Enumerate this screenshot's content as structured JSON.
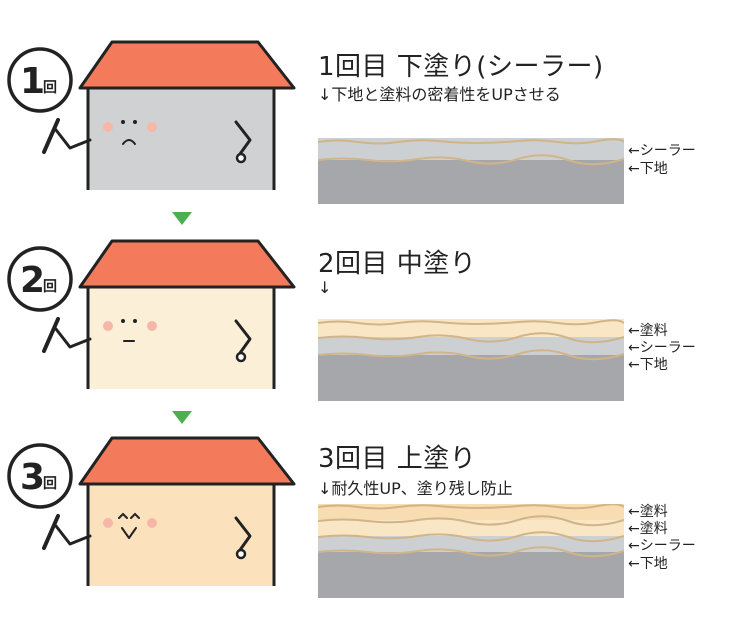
{
  "colors": {
    "roof": "#f47a5c",
    "outline": "#222222",
    "wall_step1": "#cfd1d3",
    "wall_step2": "#fcefd8",
    "wall_step3": "#fbe2bd",
    "substrate": "#a5a7aa",
    "sealer": "#cdd0d2",
    "paint_mid": "#f9e6c4",
    "paint_top": "#f8ddb2",
    "edge_line": "#d1b489",
    "arrow": "#4caf50",
    "cheek": "#f6b6a8"
  },
  "steps": [
    {
      "number": "1",
      "badge_suffix": "回",
      "title": "1回目 下塗り(シーラー)",
      "subtitle": "↓下地と塗料の密着性をUPさせる",
      "face": "worried",
      "labels": [
        "←シーラー",
        "←下地"
      ]
    },
    {
      "number": "2",
      "badge_suffix": "回",
      "title": "2回目 中塗り",
      "subtitle": "↓",
      "face": "neutral",
      "labels": [
        "←塗料",
        "←シーラー",
        "←下地"
      ]
    },
    {
      "number": "3",
      "badge_suffix": "回",
      "title": "3回目 上塗り",
      "subtitle": "↓耐久性UP、塗り残し防止",
      "face": "happy",
      "labels": [
        "←塗料",
        "←塗料",
        "←シーラー",
        "←下地"
      ]
    }
  ]
}
